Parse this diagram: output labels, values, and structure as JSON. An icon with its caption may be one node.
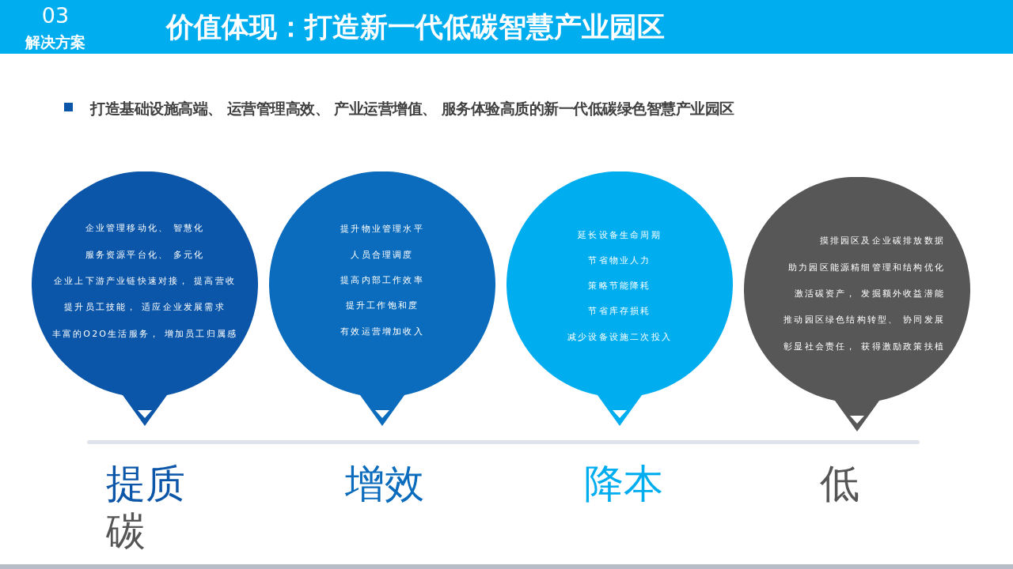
{
  "diagram": {
    "title": "价值体现：打造新一代低碳智慧产业园区",
    "nodes": [
      {
        "text": [
          "企业管理移动化、 智慧化",
          "服务资源平台化、 多元化",
          "企业上下游产业链快速对接， 提高营收",
          "提升员工技能， 适应企业发展需求",
          "丰富的O2O生活服务， 增加员工归属感"
        ]
      },
      {
        "text": [
          "提升物业管理水平",
          "人员合理调度",
          "提高内部工作效率",
          "提升工作饱和度",
          "有效运营增加收入"
        ]
      },
      {
        "text": [
          "延长设备生命周期",
          "节省物业人力",
          "策略节能降耗",
          "节省库存损耗",
          "减少设备设施二次投入"
        ]
      },
      {
        "text": [
          "摸排园区及企业碳排放数据",
          "助力园区能源精细管理和结构优化",
          "激活碳资产， 发掘额外收益潜能",
          "推动园区绿色结构转型、 协同发展",
          "彰显社会责任， 获得激励政策扶植"
        ]
      }
    ],
    "labels": [
      "03",
      "解决方案",
      "打造基础设施高端、 运营管理高效、 产业运营增值、 服务体验高质的新一代低碳绿色智慧产业园区",
      "提质",
      "碳",
      "增效",
      "降本",
      "低"
    ]
  }
}
